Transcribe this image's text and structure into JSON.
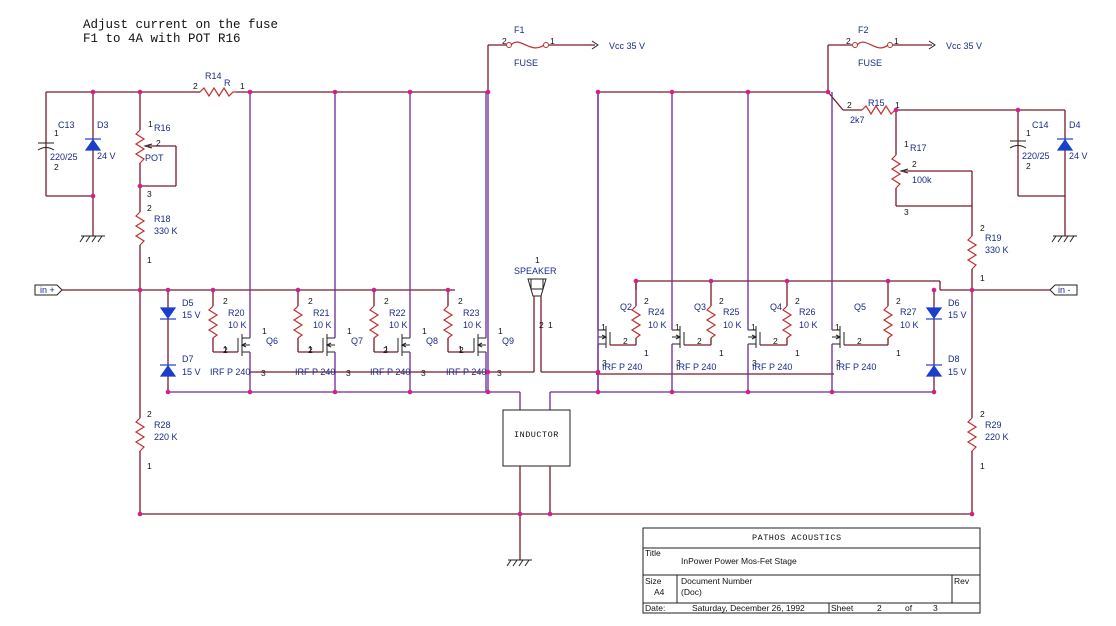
{
  "note": {
    "line1": "Adjust current on the fuse",
    "line2": " F1  to 4A with POT R16"
  },
  "fuses": [
    {
      "ref": "F1",
      "type": "FUSE",
      "pin_left": "2",
      "pin_right": "1",
      "supply": "Vcc 35 V"
    },
    {
      "ref": "F2",
      "type": "FUSE",
      "pin_left": "2",
      "pin_right": "1",
      "supply": "Vcc 35 V"
    }
  ],
  "left_supply": {
    "r14": {
      "ref": "R14",
      "value": "R",
      "pin2": "2",
      "pin1": "1"
    },
    "c13": {
      "ref": "C13",
      "value": "220/25",
      "pin1": "1",
      "pin2": "2"
    },
    "d3": {
      "ref": "D3",
      "value": "24 V"
    },
    "r16": {
      "ref": "R16",
      "value": "POT",
      "pin1": "1",
      "pin2": "2",
      "pin3": "3"
    },
    "r18": {
      "ref": "R18",
      "value": "330 K",
      "pin2": "2",
      "pin1": "1"
    },
    "r28": {
      "ref": "R28",
      "value": "220 K",
      "pin2": "2",
      "pin1": "1"
    }
  },
  "right_supply": {
    "r15": {
      "ref": "R15",
      "value": "2k7",
      "pin2": "2",
      "pin1": "1"
    },
    "c14": {
      "ref": "C14",
      "value": "220/25",
      "pin1": "1",
      "pin2": "2"
    },
    "d4": {
      "ref": "D4",
      "value": "24 V"
    },
    "r17": {
      "ref": "R17",
      "value": "100k",
      "pin1": "1",
      "pin2": "2",
      "pin3": "3"
    },
    "r19": {
      "ref": "R19",
      "value": "330 K",
      "pin2": "2",
      "pin1": "1"
    },
    "r29": {
      "ref": "R29",
      "value": "220 K",
      "pin2": "2",
      "pin1": "1"
    }
  },
  "inputs": {
    "left": "in +",
    "right": "in -"
  },
  "zeners_left": [
    {
      "ref": "D5",
      "value": "15 V"
    },
    {
      "ref": "D7",
      "value": "15 V"
    }
  ],
  "zeners_right": [
    {
      "ref": "D6",
      "value": "15 V"
    },
    {
      "ref": "D8",
      "value": "15 V"
    }
  ],
  "left_fets": [
    {
      "q": "Q6",
      "r": "R20",
      "rv": "10 K",
      "part": "IRF P 240"
    },
    {
      "q": "Q7",
      "r": "R21",
      "rv": "10 K",
      "part": "IRF P 240"
    },
    {
      "q": "Q8",
      "r": "R22",
      "rv": "10 K",
      "part": "IRF P 240"
    },
    {
      "q": "Q9",
      "r": "R23",
      "rv": "10 K",
      "part": "IRF P 240"
    }
  ],
  "right_fets": [
    {
      "q": "Q2",
      "r": "R24",
      "rv": "10 K",
      "part": "IRF P 240"
    },
    {
      "q": "Q3",
      "r": "R25",
      "rv": "10 K",
      "part": "IRF P 240"
    },
    {
      "q": "Q4",
      "r": "R26",
      "rv": "10 K",
      "part": "IRF P 240"
    },
    {
      "q": "Q5",
      "r": "R27",
      "rv": "10 K",
      "part": "IRF P 240"
    }
  ],
  "speaker": {
    "label": "SPEAKER",
    "pin1": "1",
    "pin2": "2"
  },
  "inductor": {
    "label": "INDUCTOR"
  },
  "title_block": {
    "company": "PATHOS ACOUSTICS",
    "title_label": "Title",
    "title": "InPower Power Mos-Fet Stage",
    "size_label": "Size",
    "size": "A4",
    "docnum_label": "Document Number",
    "docnum": "(Doc)",
    "rev_label": "Rev",
    "date_label": "Date:",
    "date": "Saturday, December 26, 1992",
    "sheet_label": "Sheet",
    "sheet": "2",
    "of_label": "of",
    "of": "3"
  },
  "colors": {
    "wire": "#7a1a2a",
    "gate_wire": "#6a2a9a",
    "resistor": "#c03030",
    "diode": "#1a3fcc",
    "label": "#1a2a8a",
    "junction": "#d0208a"
  }
}
